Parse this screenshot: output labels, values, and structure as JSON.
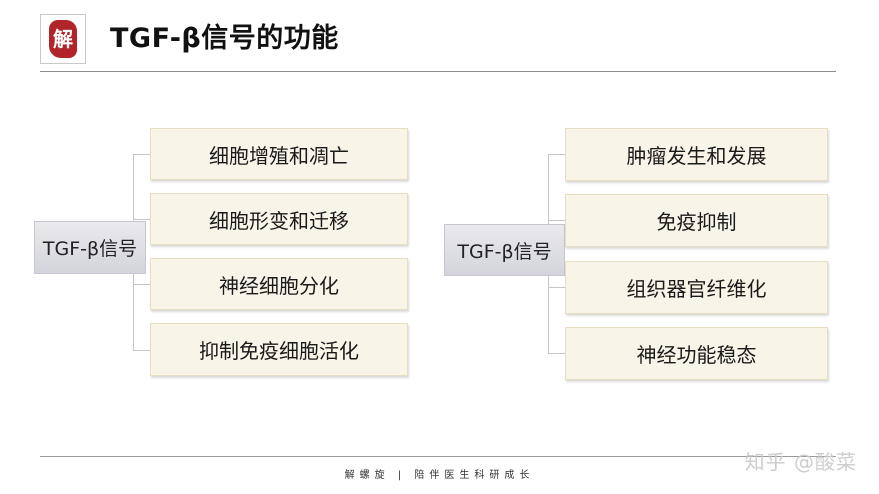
{
  "header": {
    "logo_char": "解",
    "title": "TGF-β信号的功能"
  },
  "diagram_left": {
    "root": "TGF-β信号",
    "items": [
      "细胞增殖和凋亡",
      "细胞形变和迁移",
      "神经细胞分化",
      "抑制免疫细胞活化"
    ]
  },
  "diagram_right": {
    "root": "TGF-β信号",
    "items": [
      "肿瘤发生和发展",
      "免疫抑制",
      "组织器官纤维化",
      "神经功能稳态"
    ]
  },
  "footer": {
    "text": "解螺旋  |  陪伴医生科研成长"
  },
  "watermark": "知乎 @酸菜",
  "colors": {
    "seal": "#b1252a",
    "leaf_fill": "#f8f4e8",
    "root_fill": "#dcdce3"
  }
}
